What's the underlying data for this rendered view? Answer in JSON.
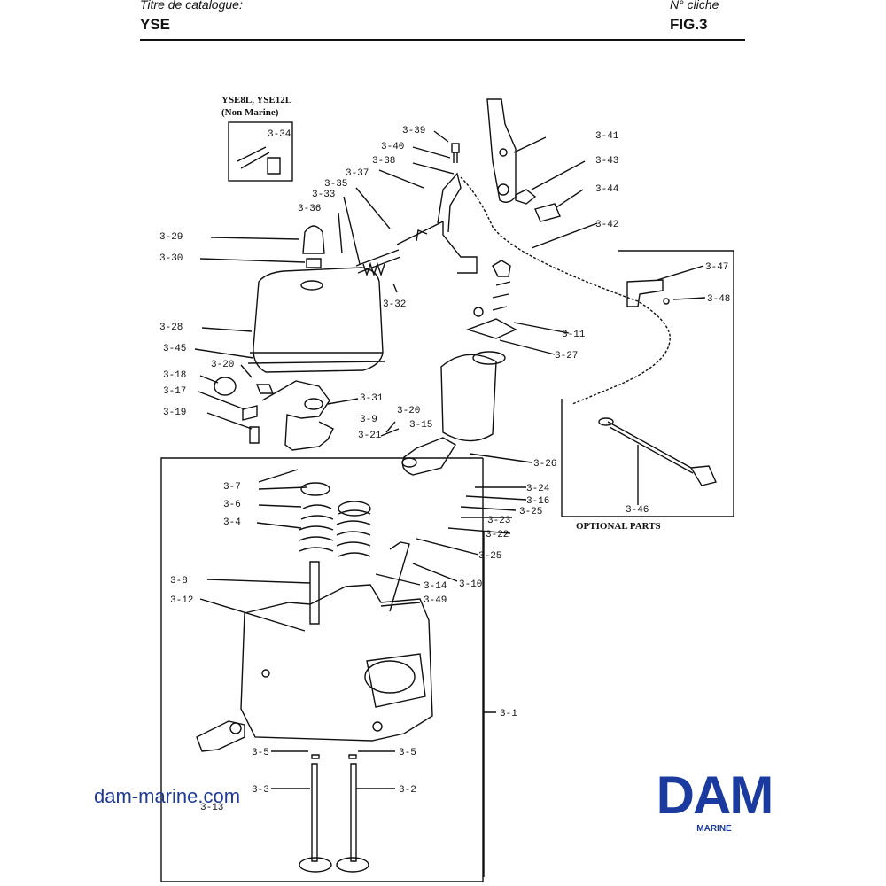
{
  "header": {
    "catalogue_label": "Titre de catalogue:",
    "catalogue_value": "YSE",
    "cliche_label": "N° cliche",
    "cliche_value": "FIG.3"
  },
  "diagram": {
    "inset_title_line1": "YSE8L, YSE12L",
    "inset_title_line2": "(Non Marine)",
    "inset_callout": "3-34",
    "optional_label": "OPTIONAL PARTS",
    "callouts": {
      "c3_39": "3-39",
      "c3_40": "3-40",
      "c3_38": "3-38",
      "c3_37": "3-37",
      "c3_35": "3-35",
      "c3_33": "3-33",
      "c3_36": "3-36",
      "c3_41": "3-41",
      "c3_43": "3-43",
      "c3_44": "3-44",
      "c3_42": "3-42",
      "c3_29": "3-29",
      "c3_30": "3-30",
      "c3_32": "3-32",
      "c3_47": "3-47",
      "c3_48": "3-48",
      "c3_28": "3-28",
      "c3_11": "3-11",
      "c3_27": "3-27",
      "c3_45": "3-45",
      "c3_20a": "3-20",
      "c3_18": "3-18",
      "c3_17": "3-17",
      "c3_31": "3-31",
      "c3_9": "3-9",
      "c3_19": "3-19",
      "c3_20b": "3-20",
      "c3_15": "3-15",
      "c3_21": "3-21",
      "c3_26": "3-26",
      "c3_7": "3-7",
      "c3_24": "3-24",
      "c3_6": "3-6",
      "c3_16": "3-16",
      "c3_25a": "3-25",
      "c3_4": "3-4",
      "c3_23": "3-23",
      "c3_22": "3-22",
      "c3_25b": "3-25",
      "c3_10": "3-10",
      "c3_8": "3-8",
      "c3_14": "3-14",
      "c3_49": "3-49",
      "c3_12": "3-12",
      "c3_46": "3-46",
      "c3_1": "3-1",
      "c3_5a": "3-5",
      "c3_5b": "3-5",
      "c3_3": "3-3",
      "c3_2": "3-2",
      "c3_13": "3-13"
    }
  },
  "footer": {
    "website": "dam-marine.com",
    "brand_mark": "DAM",
    "brand_sub": "MARINE"
  },
  "colors": {
    "brand_blue": "#1a3aa0",
    "site_blue": "#1f3a93",
    "line": "#111111"
  }
}
